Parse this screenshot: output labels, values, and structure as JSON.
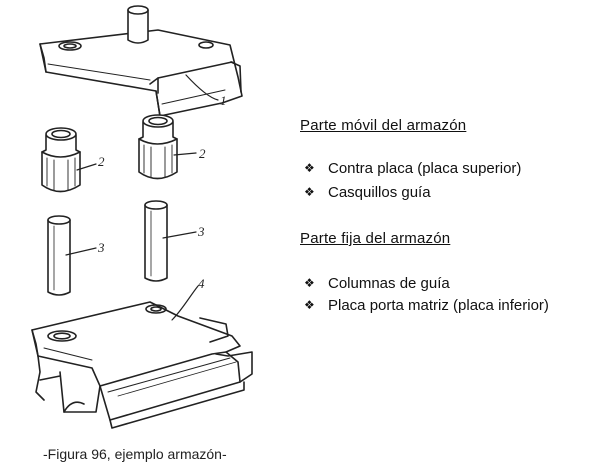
{
  "labels": {
    "l1": "1",
    "l2a": "2",
    "l2b": "2",
    "l3a": "3",
    "l3b": "3",
    "l4": "4"
  },
  "movil": {
    "heading": "Parte móvil del armazón",
    "items": [
      "Contra placa (placa superior)",
      "Casquillos guía"
    ]
  },
  "fija": {
    "heading": "Parte fija del armazón",
    "items": [
      "Columnas de guía",
      "Placa porta matriz (placa inferior)"
    ]
  },
  "bullet_glyph": "❖",
  "caption": "-Figura 96, ejemplo armazón-"
}
